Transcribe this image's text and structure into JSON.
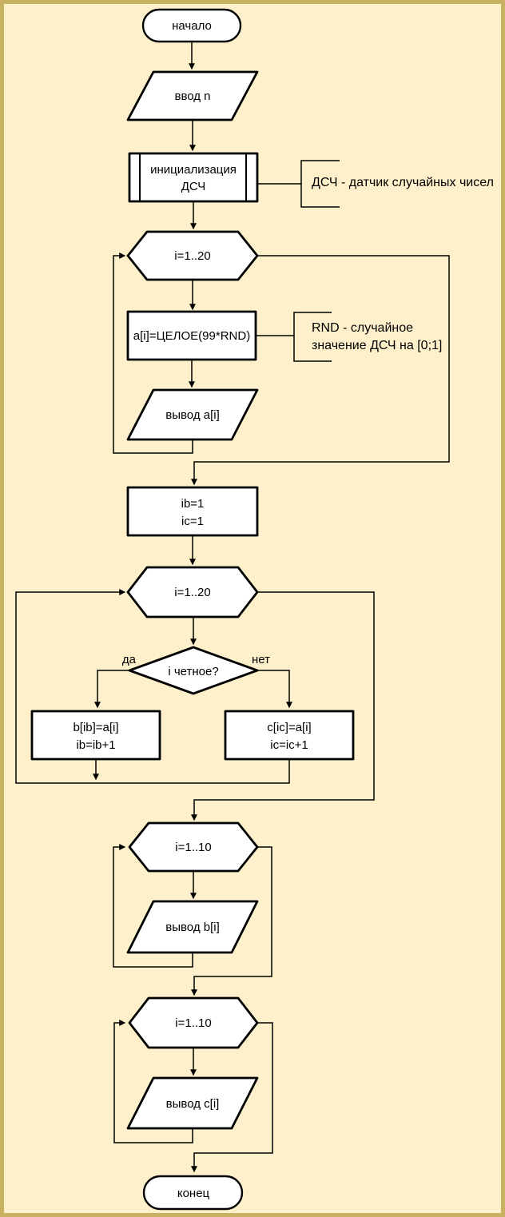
{
  "diagram": {
    "type": "flowchart",
    "language": "ru",
    "colors": {
      "background": "#fdf0ca",
      "frame_border": "#c9b164",
      "shape_fill": "#ffffff",
      "line": "#000000"
    },
    "nodes": {
      "start": "начало",
      "input_n": "ввод n",
      "init_dsch_line1": "инициализация",
      "init_dsch_line2": "ДСЧ",
      "loop1": "i=1..20",
      "assign_a": "a[i]=ЦЕЛОЕ(99*RND)",
      "output_a": "вывод a[i]",
      "init_counters_line1": "ib=1",
      "init_counters_line2": "ic=1",
      "loop2": "i=1..20",
      "decision_even": "i четное?",
      "assign_b_line1": "b[ib]=a[i]",
      "assign_b_line2": "ib=ib+1",
      "assign_c_line1": "c[ic]=a[i]",
      "assign_c_line2": "ic=ic+1",
      "loop3": "i=1..10",
      "output_b": "вывод b[i]",
      "loop4": "i=1..10",
      "output_c": "вывод c[i]",
      "end": "конец"
    },
    "comments": {
      "dsch": "ДСЧ - датчик случайных чисел",
      "rnd_line1": "RND - случайное",
      "rnd_line2": "значение ДСЧ на [0;1]"
    },
    "branch_labels": {
      "yes": "да",
      "no": "нет"
    }
  }
}
